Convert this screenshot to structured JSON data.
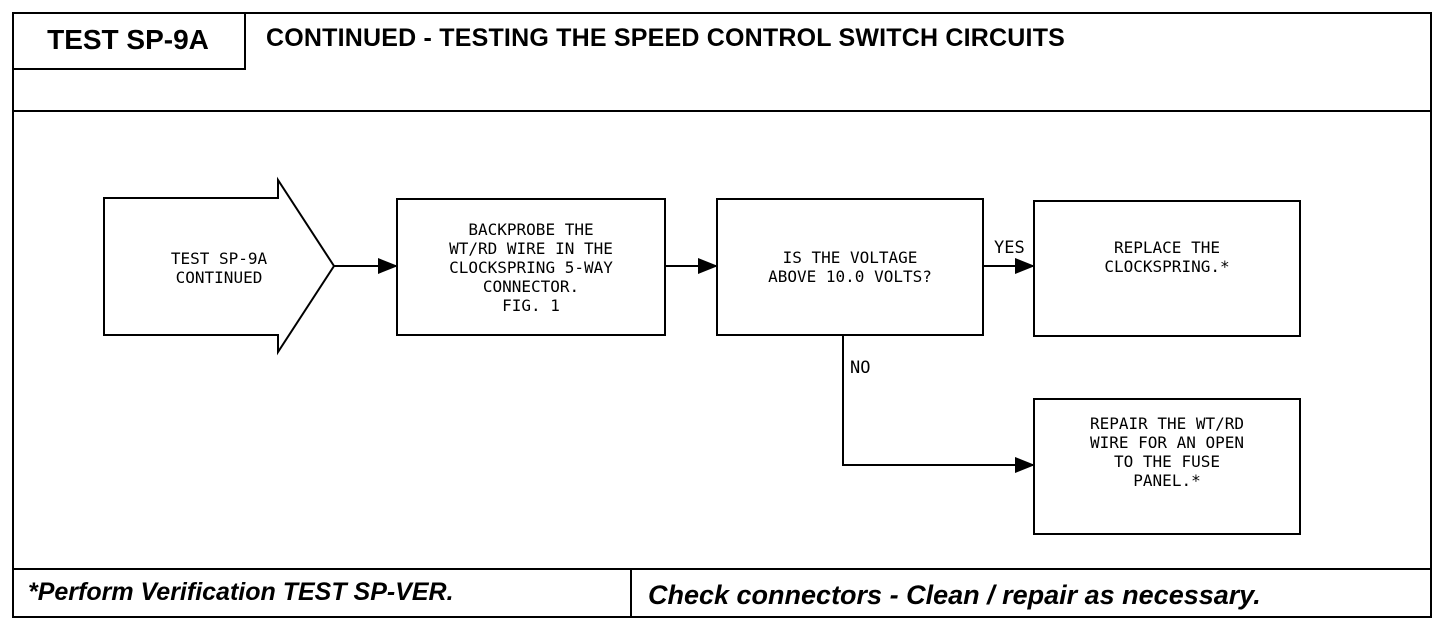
{
  "header": {
    "test_id": "TEST SP-9A",
    "title": "CONTINUED - TESTING THE SPEED CONTROL SWITCH CIRCUITS"
  },
  "flowchart": {
    "start": "TEST SP-9A\nCONTINUED",
    "step1": "BACKPROBE THE\nWT/RD WIRE IN THE\nCLOCKSPRING 5-WAY\nCONNECTOR.\nFIG. 1",
    "question": "IS THE VOLTAGE\nABOVE 10.0 VOLTS?",
    "yes_label": "YES",
    "no_label": "NO",
    "yes_result": "REPLACE THE\nCLOCKSPRING.*",
    "no_result": "REPAIR THE WT/RD\nWIRE FOR AN OPEN\nTO THE FUSE\nPANEL.*"
  },
  "footer": {
    "left": "*Perform Verification  TEST SP-VER.",
    "right": "Check connectors - Clean / repair as necessary."
  }
}
